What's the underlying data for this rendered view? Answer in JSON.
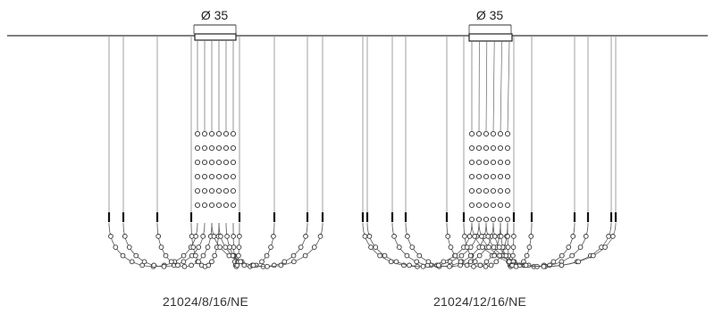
{
  "drawing": {
    "models": [
      {
        "code": "21024/8/16/NE",
        "diameter_label": "Ø 35"
      },
      {
        "code": "21024/12/16/NE",
        "diameter_label": "Ø 35"
      }
    ],
    "colors": {
      "line": "#333333",
      "cable": "#8a8a8a",
      "bead_fill": "#ffffff",
      "clamp": "#111111"
    }
  }
}
